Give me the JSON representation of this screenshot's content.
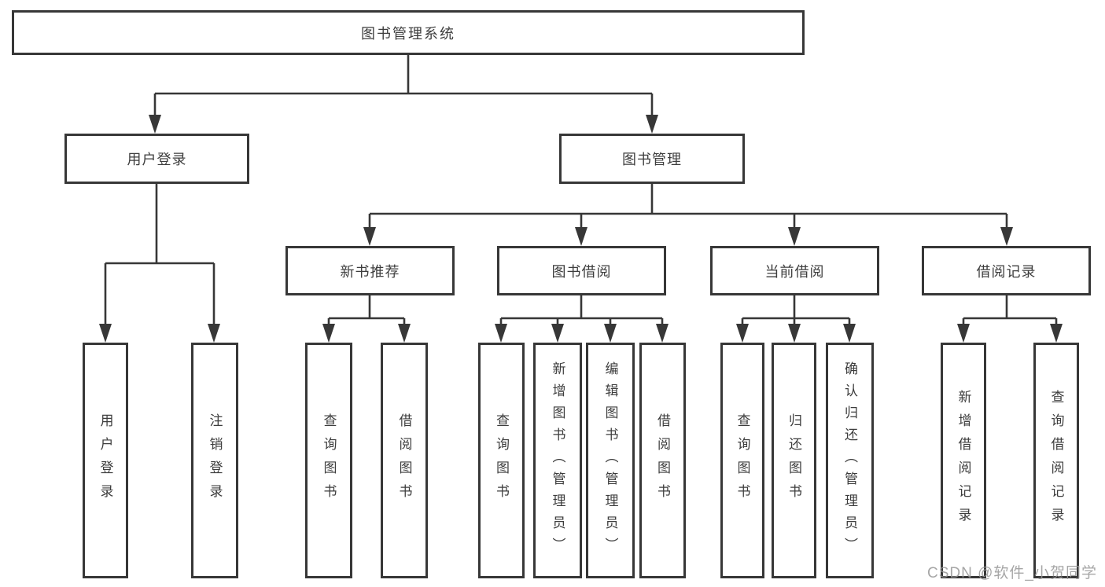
{
  "tree": {
    "root": "图书管理系统",
    "branches": [
      {
        "label": "用户登录",
        "children": [
          {
            "label": "用户登录"
          },
          {
            "label": "注销登录"
          }
        ]
      },
      {
        "label": "图书管理",
        "children": [
          {
            "label": "新书推荐",
            "children": [
              {
                "label": "查询图书"
              },
              {
                "label": "借阅图书"
              }
            ]
          },
          {
            "label": "图书借阅",
            "children": [
              {
                "label": "查询图书"
              },
              {
                "label": "新增图书（管理员）"
              },
              {
                "label": "编辑图书（管理员）"
              },
              {
                "label": "借阅图书"
              }
            ]
          },
          {
            "label": "当前借阅",
            "children": [
              {
                "label": "查询图书"
              },
              {
                "label": "归还图书"
              },
              {
                "label": "确认归还（管理员）"
              }
            ]
          },
          {
            "label": "借阅记录",
            "children": [
              {
                "label": "新增借阅记录"
              },
              {
                "label": "查询借阅记录"
              }
            ]
          }
        ]
      }
    ]
  },
  "colors": {
    "line": "#373737",
    "box_border": "#373737",
    "text": "#3d3d3d",
    "watermark": "#969696",
    "background": "#ffffff"
  },
  "watermark": "CSDN @软件_小贺同学"
}
